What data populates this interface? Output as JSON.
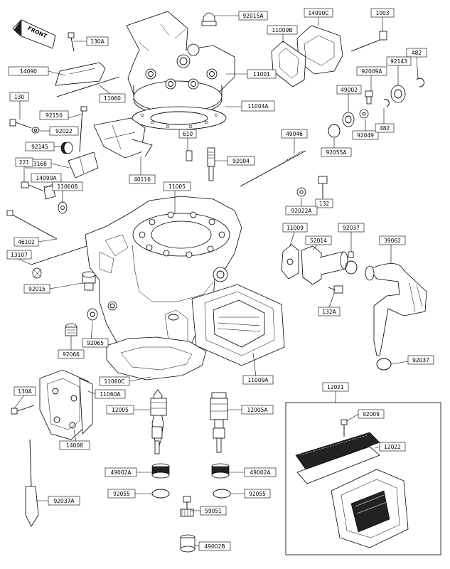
{
  "front_label": "FRONT",
  "callouts": [
    {
      "id": "92015A",
      "text": "92015A"
    },
    {
      "id": "14090C",
      "text": "14090C"
    },
    {
      "id": "1003",
      "text": "1003"
    },
    {
      "id": "130A_top",
      "text": "130A"
    },
    {
      "id": "11009B",
      "text": "11009B"
    },
    {
      "id": "482_top",
      "text": "482"
    },
    {
      "id": "14090",
      "text": "14090"
    },
    {
      "id": "11001",
      "text": "11001"
    },
    {
      "id": "92009A",
      "text": "92009A"
    },
    {
      "id": "92143",
      "text": "92143"
    },
    {
      "id": "11060",
      "text": "11060"
    },
    {
      "id": "49002",
      "text": "49002"
    },
    {
      "id": "11004A",
      "text": "11004A"
    },
    {
      "id": "130",
      "text": "130"
    },
    {
      "id": "92150",
      "text": "92150"
    },
    {
      "id": "92049",
      "text": "92049"
    },
    {
      "id": "482_mid",
      "text": "482"
    },
    {
      "id": "92022",
      "text": "92022"
    },
    {
      "id": "610",
      "text": "610"
    },
    {
      "id": "49046",
      "text": "49046"
    },
    {
      "id": "92145",
      "text": "92145"
    },
    {
      "id": "92055A",
      "text": "92055A"
    },
    {
      "id": "13168",
      "text": "13168"
    },
    {
      "id": "92004",
      "text": "92004"
    },
    {
      "id": "221",
      "text": "221"
    },
    {
      "id": "40116",
      "text": "40116"
    },
    {
      "id": "14090A",
      "text": "14090A"
    },
    {
      "id": "11005",
      "text": "11005"
    },
    {
      "id": "11060B",
      "text": "11060B"
    },
    {
      "id": "132",
      "text": "132"
    },
    {
      "id": "92022A",
      "text": "92022A"
    },
    {
      "id": "11009",
      "text": "11009"
    },
    {
      "id": "92037",
      "text": "92037"
    },
    {
      "id": "46102",
      "text": "46102"
    },
    {
      "id": "52014",
      "text": "52014"
    },
    {
      "id": "39062",
      "text": "39062"
    },
    {
      "id": "13107",
      "text": "13107"
    },
    {
      "id": "92015",
      "text": "92015"
    },
    {
      "id": "132A",
      "text": "132A"
    },
    {
      "id": "92066",
      "text": "92066"
    },
    {
      "id": "92065",
      "text": "92065"
    },
    {
      "id": "92037_right",
      "text": "92037"
    },
    {
      "id": "11009A",
      "text": "11009A"
    },
    {
      "id": "11060C",
      "text": "11060C"
    },
    {
      "id": "12021",
      "text": "12021"
    },
    {
      "id": "130A_bottom",
      "text": "130A"
    },
    {
      "id": "11060A",
      "text": "11060A"
    },
    {
      "id": "12005",
      "text": "12005"
    },
    {
      "id": "12005A",
      "text": "12005A"
    },
    {
      "id": "92009",
      "text": "92009"
    },
    {
      "id": "14008",
      "text": "14008"
    },
    {
      "id": "12022",
      "text": "12022"
    },
    {
      "id": "49002A_left",
      "text": "49002A"
    },
    {
      "id": "49002A_right",
      "text": "49002A"
    },
    {
      "id": "92055",
      "text": "92055"
    },
    {
      "id": "92055_right",
      "text": "92055"
    },
    {
      "id": "92037A",
      "text": "92037A"
    },
    {
      "id": "59051",
      "text": "59051"
    },
    {
      "id": "49002B",
      "text": "49002B"
    }
  ]
}
